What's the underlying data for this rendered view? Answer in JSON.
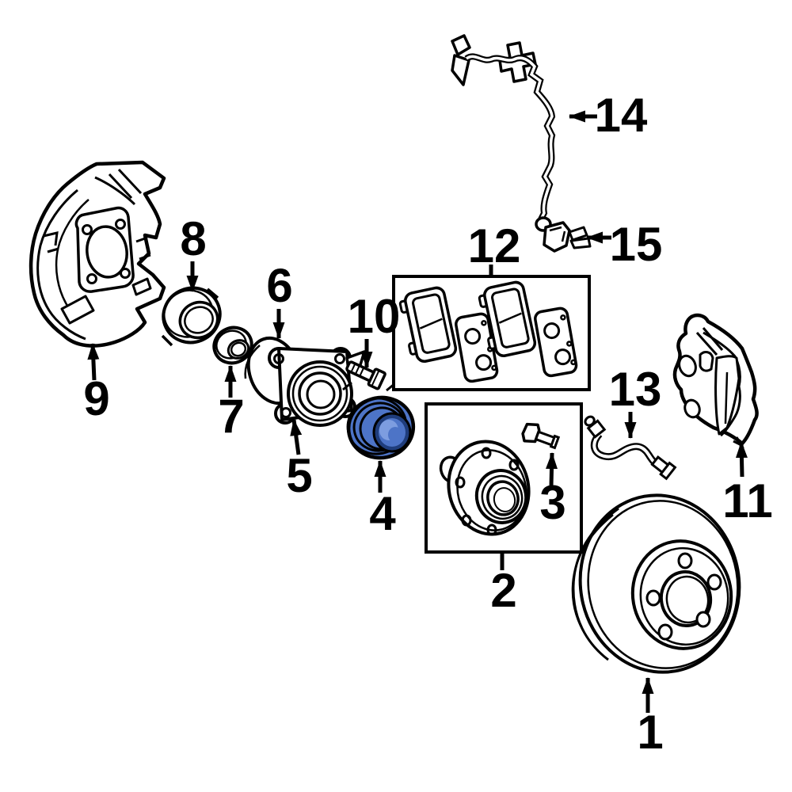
{
  "diagram": {
    "type": "exploded-parts-line-drawing",
    "subject": "Front disc brake and wheel hub assembly",
    "background": "#ffffff",
    "line_color": "#000000"
  },
  "highlight": {
    "base": "#4d74c7",
    "dark": "#1f3d7c",
    "light": "#7d9de0"
  },
  "labels": [
    "1",
    "2",
    "3",
    "4",
    "5",
    "6",
    "7",
    "8",
    "9",
    "10",
    "11",
    "12",
    "13",
    "14",
    "15"
  ]
}
